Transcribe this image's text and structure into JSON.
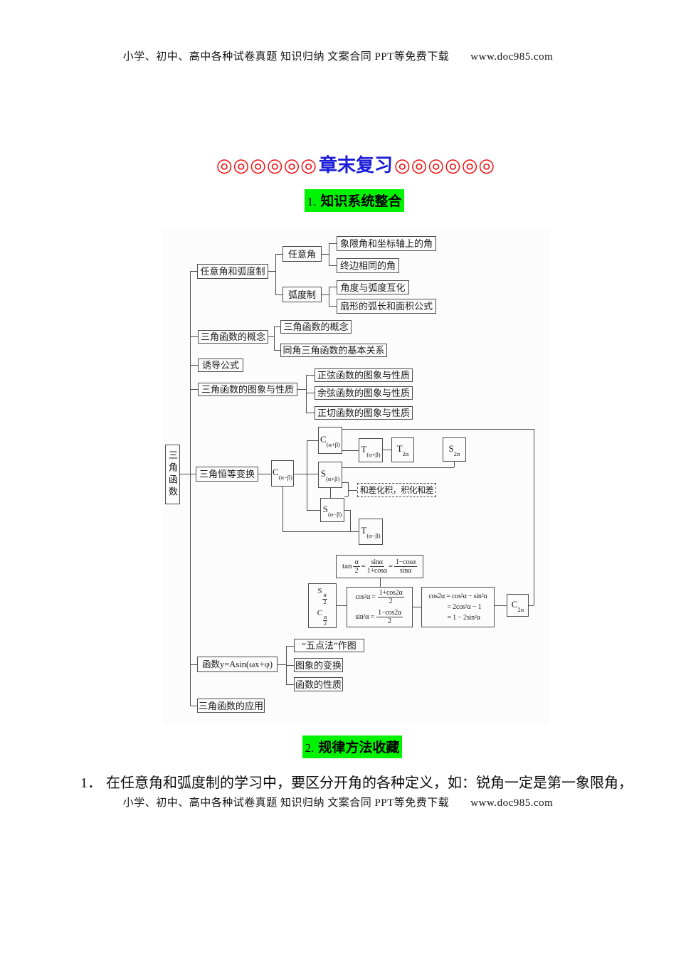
{
  "header": {
    "text": "小学、初中、高中各种试卷真题  知识归纳  文案合同  PPT等免费下载",
    "url": "www.doc985.com"
  },
  "footer": {
    "text": "小学、初中、高中各种试卷真题  知识归纳  文案合同  PPT等免费下载",
    "url": "www.doc985.com"
  },
  "title": {
    "left_decor": "◎◎◎◎◎◎",
    "text": "章末复习",
    "right_decor": "◎◎◎◎◎◎",
    "decor_color": "#f10e0e",
    "text_color": "#1b1bd8"
  },
  "sections": {
    "s1": {
      "number": "1.",
      "title": "知识系统整合"
    },
    "s2": {
      "number": "2.",
      "title": "规律方法收藏"
    }
  },
  "highlight_color": "#00f300",
  "body": {
    "number": "1．",
    "text": "在任意角和弧度制的学习中，要区分开角的各种定义，如：锐角一定是第一象限角，"
  },
  "diagram": {
    "root": "三角函数",
    "arbitrary_radian": "任意角和弧度制",
    "arbitrary_angle": "任意角",
    "quadrant_axis": "象限角和坐标轴上的角",
    "coterminal": "终边相同的角",
    "radian_system": "弧度制",
    "degree_radian": "角度与弧度互化",
    "sector_formula": "扇形的弧长和面积公式",
    "concept_parent": "三角函数的概念",
    "concept_child": "三角函数的概念",
    "same_angle": "同角三角函数的基本关系",
    "induction": "诱导公式",
    "graph_props": "三角函数的图象与性质",
    "sine_graph": "正弦函数的图象与性质",
    "cosine_graph": "余弦函数的图象与性质",
    "tangent_graph": "正切函数的图象与性质",
    "identity": "三角恒等变换",
    "sum_product": "和差化积，积化和差",
    "sym": {
      "c_amb": {
        "main": "C",
        "sub": "(α−β)"
      },
      "c_apb": {
        "main": "C",
        "sub": "(α+β)"
      },
      "t_apb": {
        "main": "T",
        "sub": "(α+β)"
      },
      "t_2a": {
        "main": "T",
        "sub": "2α"
      },
      "s_2a": {
        "main": "S",
        "sub": "2α"
      },
      "s_apb": {
        "main": "S",
        "sub": "(α+β)"
      },
      "s_amb": {
        "main": "S",
        "sub": "(α−β)"
      },
      "t_amb": {
        "main": "T",
        "sub": "(α−β)"
      },
      "c_2a": {
        "main": "C",
        "sub": "2α"
      }
    },
    "formulas": {
      "tan_half": {
        "fn": "tan",
        "arg_num": "α",
        "arg_den": "2",
        "eq": "=",
        "f1_num": "sinα",
        "f1_den": "1+cosα",
        "f2_num": "1−cosα",
        "f2_den": "sinα"
      },
      "sc_half": {
        "s": "S",
        "c": "C",
        "num": "α",
        "den": "2"
      },
      "half_angle": {
        "l1_lhs": "cos²α =",
        "l1_num": "1+cos2α",
        "l1_den": "2",
        "l2_lhs": "sin²α =",
        "l2_num": "1−cos2α",
        "l2_den": "2"
      },
      "double_angle": {
        "l1": "cos2α = cos²α − sin²α",
        "l2": "= 2cos²α − 1",
        "l3": "= 1 − 2sin²α"
      }
    },
    "asin_function": "函数y=Asin(ωx+φ)",
    "five_point": "“五点法”作图",
    "graph_transform": "图象的变换",
    "function_props": "函数的性质",
    "application": "三角函数的应用"
  }
}
